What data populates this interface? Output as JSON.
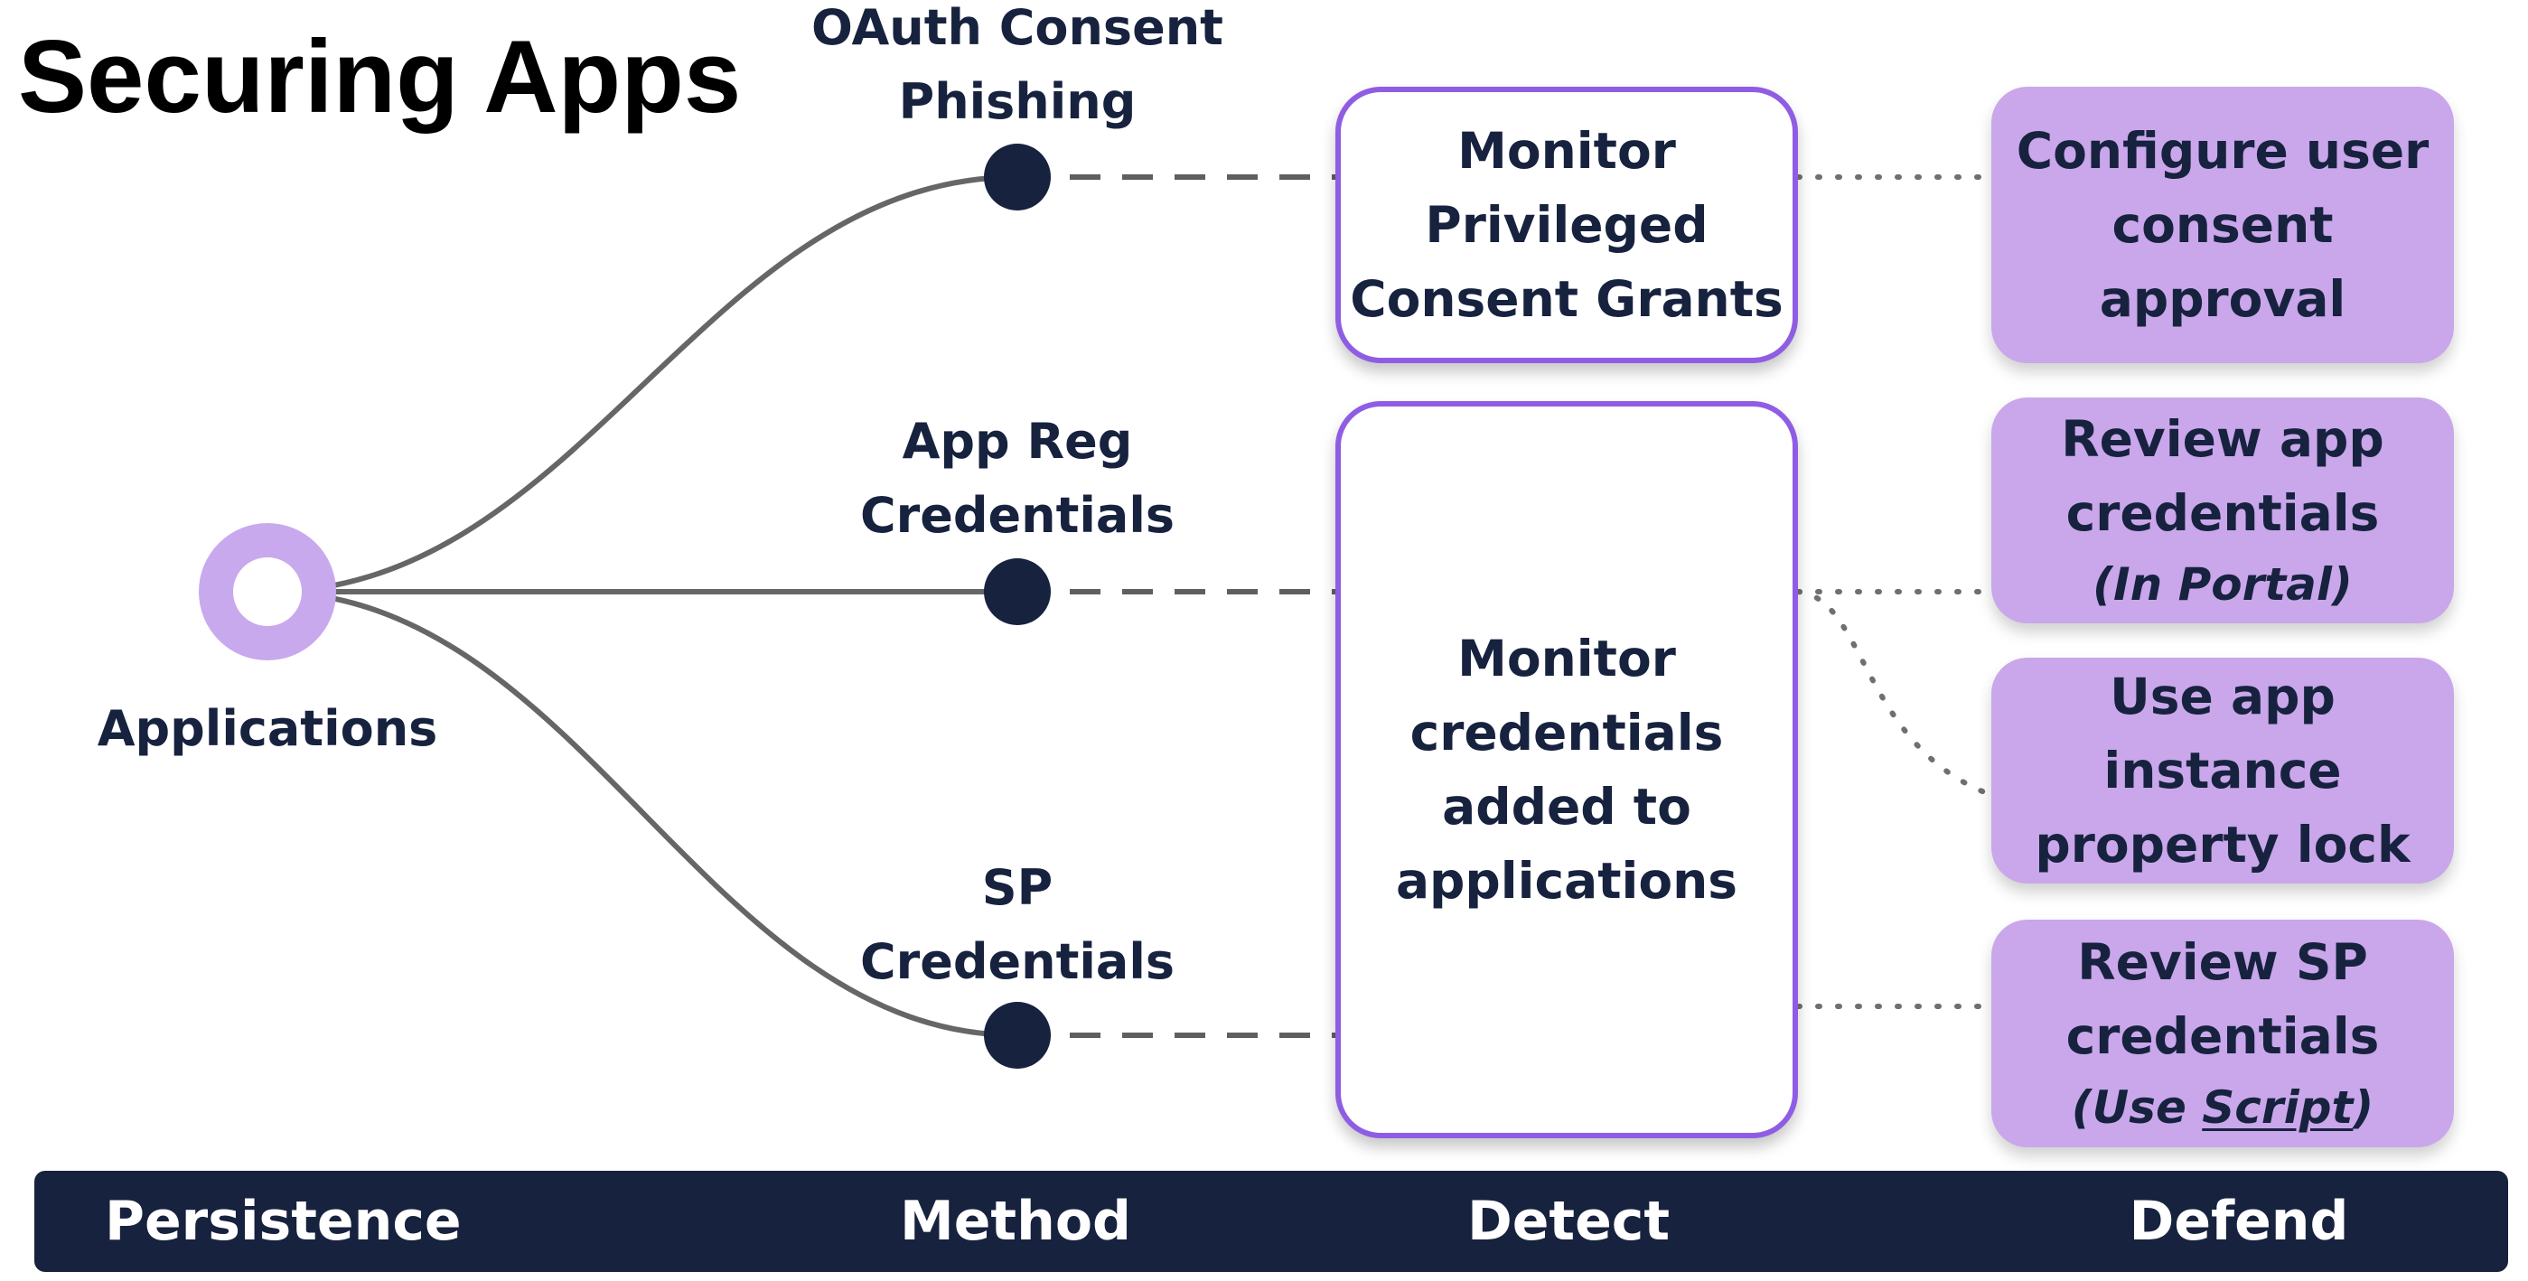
{
  "title": "Securing Apps",
  "source": {
    "label": "Applications",
    "colors": {
      "outer": "#c8a9ee",
      "inner": "#ffffff"
    }
  },
  "methods": [
    {
      "label": "OAuth Consent\nPhishing"
    },
    {
      "label": "App Reg\nCredentials"
    },
    {
      "label": "SP\nCredentials"
    }
  ],
  "detect": [
    {
      "label": "Monitor\nPrivileged\nConsent Grants"
    },
    {
      "label": "Monitor\ncredentials\nadded to\napplications"
    }
  ],
  "defend": [
    {
      "label": "Configure user\nconsent\napproval"
    },
    {
      "label": "Review app\ncredentials",
      "note": "(In Portal)"
    },
    {
      "label": "Use app\ninstance\nproperty lock"
    },
    {
      "label": "Review SP\ncredentials",
      "note_prefix": "(Use ",
      "note_link": "Script",
      "note_suffix": ")"
    }
  ],
  "bottom_bar": {
    "labels": [
      "Persistence",
      "Method",
      "Detect",
      "Defend"
    ]
  },
  "colors": {
    "navy": "#17223f",
    "purple_border": "#8f5de4",
    "purple_fill": "#c9a7ea",
    "line": "#666666",
    "dash": "#5f5f5f",
    "dot": "#6f6f6f"
  },
  "icons": {
    "source": "ring-node-icon",
    "method": "filled-circle-node-icon"
  }
}
